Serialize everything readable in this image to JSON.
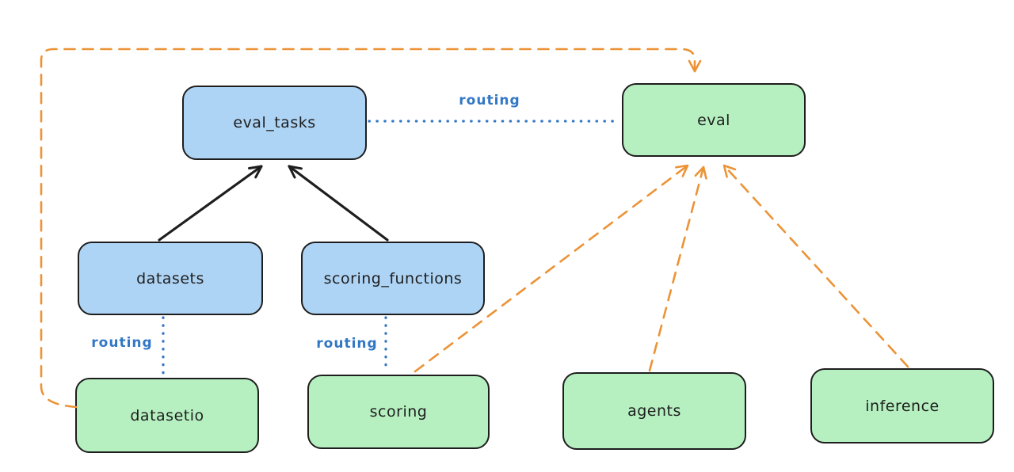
{
  "colors": {
    "blue_fill": "#aed4f5",
    "green_fill": "#b6f0c0",
    "stroke": "#1e1e1e",
    "orange": "#ec9336",
    "routing_blue": "#3277c5",
    "background": "#ffffff"
  },
  "nodes": {
    "eval_tasks": {
      "label": "eval_tasks",
      "fill": "blue"
    },
    "eval": {
      "label": "eval",
      "fill": "green"
    },
    "datasets": {
      "label": "datasets",
      "fill": "blue"
    },
    "scoring_functions": {
      "label": "scoring_functions",
      "fill": "blue"
    },
    "datasetio": {
      "label": "datasetio",
      "fill": "green"
    },
    "scoring": {
      "label": "scoring",
      "fill": "green"
    },
    "agents": {
      "label": "agents",
      "fill": "green"
    },
    "inference": {
      "label": "inference",
      "fill": "green"
    }
  },
  "edge_labels": {
    "routing_eval_tasks_eval": "routing",
    "routing_datasets_datasetio": "routing",
    "routing_scoring_functions_scoring": "routing"
  },
  "edges": [
    {
      "from": "datasets",
      "to": "eval_tasks",
      "style": "solid-black-arrow"
    },
    {
      "from": "scoring_functions",
      "to": "eval_tasks",
      "style": "solid-black-arrow"
    },
    {
      "from": "eval_tasks",
      "to": "eval",
      "style": "dotted-blue",
      "label": "routing"
    },
    {
      "from": "datasets",
      "to": "datasetio",
      "style": "dotted-blue",
      "label": "routing"
    },
    {
      "from": "scoring_functions",
      "to": "scoring",
      "style": "dotted-blue",
      "label": "routing"
    },
    {
      "from": "datasetio",
      "to": "eval",
      "style": "dashed-orange-arrow"
    },
    {
      "from": "scoring",
      "to": "eval",
      "style": "dashed-orange-arrow"
    },
    {
      "from": "agents",
      "to": "eval",
      "style": "dashed-orange-arrow"
    },
    {
      "from": "inference",
      "to": "eval",
      "style": "dashed-orange-arrow"
    }
  ]
}
